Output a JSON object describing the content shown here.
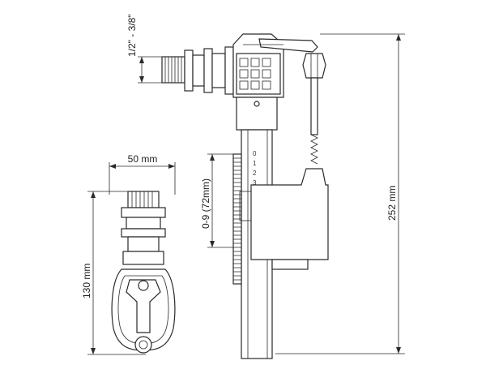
{
  "dimensions": {
    "thread": "1/2\" - 3/8\"",
    "total_height": "252 mm",
    "width": "50 mm",
    "body_height": "130 mm",
    "adjust_range": "0-9 (72mm)"
  },
  "scale": {
    "marks": [
      "0",
      "1",
      "2",
      "3"
    ]
  },
  "colors": {
    "line": "#2a2a2a",
    "background": "#ffffff"
  }
}
